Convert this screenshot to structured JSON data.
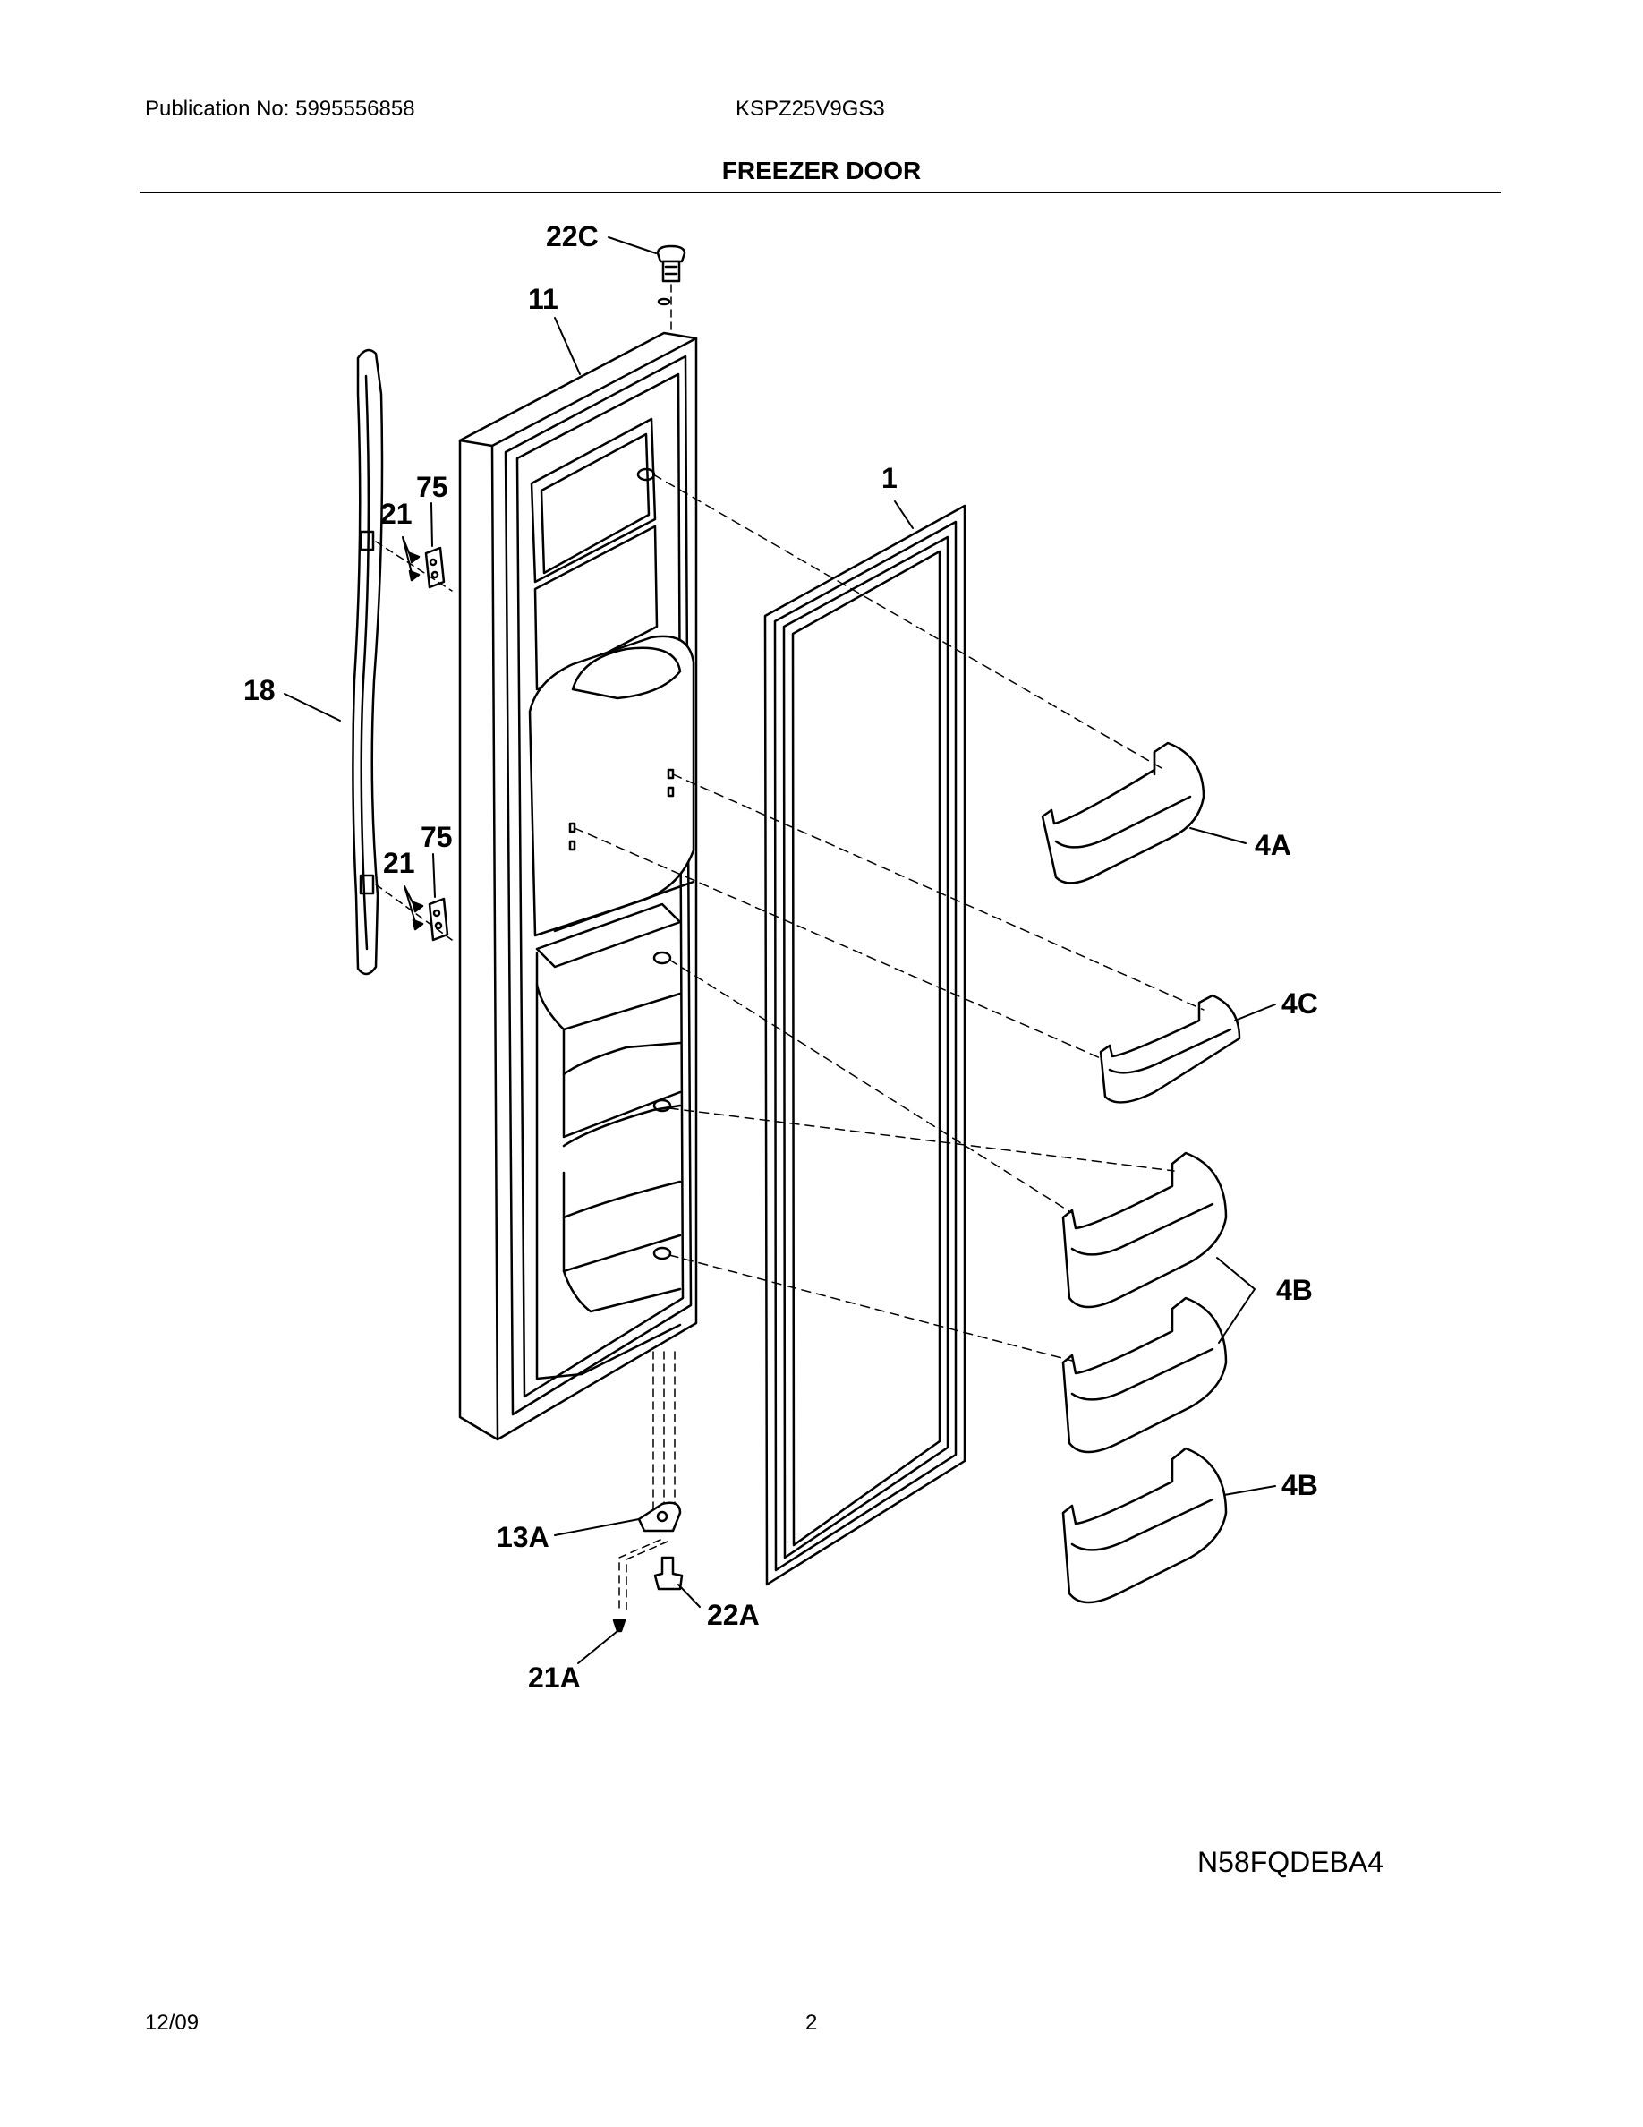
{
  "header": {
    "publication": "Publication No: 5995556858",
    "model": "KSPZ25V9GS3",
    "title": "FREEZER DOOR"
  },
  "callouts": {
    "c22C": "22C",
    "c11": "11",
    "c75a": "75",
    "c21a": "21",
    "c1": "1",
    "c18": "18",
    "c75b": "75",
    "c21b": "21",
    "c4A": "4A",
    "c4C": "4C",
    "c4B1": "4B",
    "c4B2": "4B",
    "c13A": "13A",
    "c22A": "22A",
    "c21A": "21A"
  },
  "footer": {
    "diagram_code": "N58FQDEBA4",
    "date": "12/09",
    "page": "2"
  }
}
